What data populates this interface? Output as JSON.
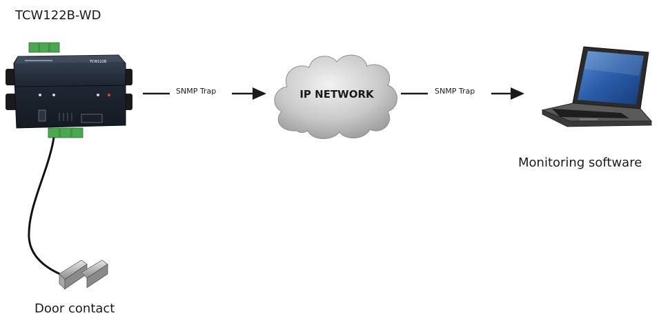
{
  "device": {
    "title": "TCW122B-WD",
    "case_label": "TCW122B"
  },
  "sensor": {
    "label": "Door contact"
  },
  "links": [
    {
      "label": "SNMP Trap"
    },
    {
      "label": "SNMP Trap"
    }
  ],
  "network": {
    "label": "IP NETWORK"
  },
  "client": {
    "label": "Monitoring software"
  },
  "colors": {
    "device_body": "#1f2733",
    "terminal_green": "#4aa84f",
    "cloud_fill": "#cfcfcf",
    "arrow": "#1a1a1a"
  }
}
